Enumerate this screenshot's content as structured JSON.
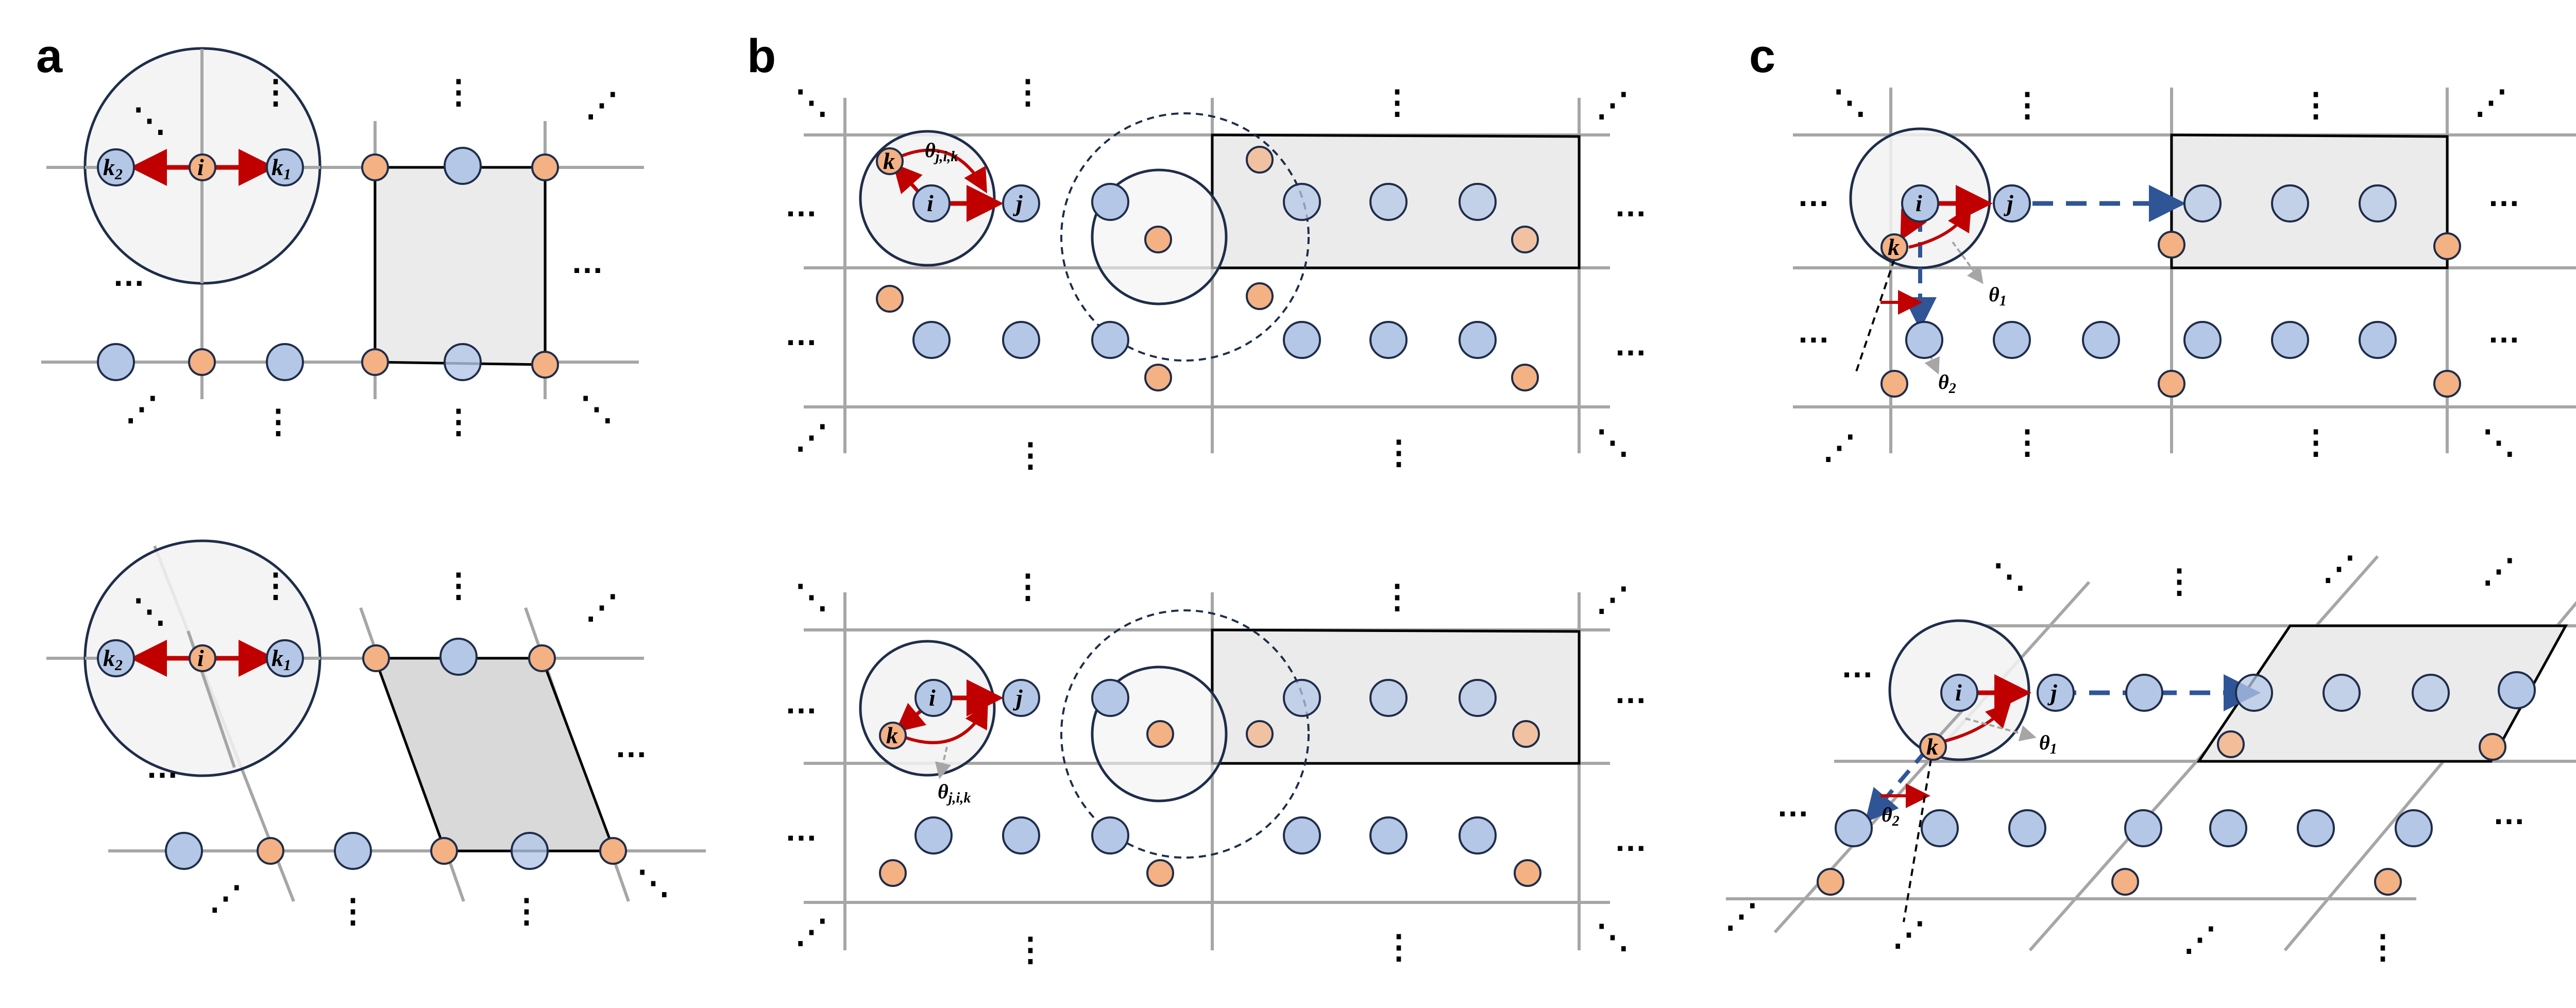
{
  "figure": {
    "panel_labels": [
      "a",
      "b",
      "c"
    ],
    "node_labels": {
      "i": "i",
      "j": "j",
      "k": "k",
      "k1": "k",
      "k1_sub": "1",
      "k2": "k",
      "k2_sub": "2"
    },
    "angle_labels": {
      "theta_jik": "θ",
      "theta_jik_sub": "j,i,k",
      "theta1": "θ",
      "theta1_sub": "1",
      "theta2": "θ",
      "theta2_sub": "2"
    },
    "ellipsis_h": "…",
    "ellipsis_v": "⋮",
    "ellipsis_d1": "⋱",
    "ellipsis_d2": "⋰"
  },
  "colors": {
    "blue_node": "#b4c7e7",
    "orange_node": "#f4b183",
    "line": "#a6a6a6",
    "arrow_red": "#c00000",
    "arrow_blue": "#2f5597",
    "cell_fill": "#ebebeb",
    "cutoff_fill": "#f2f2f2",
    "outline": "#1f2d4a"
  }
}
